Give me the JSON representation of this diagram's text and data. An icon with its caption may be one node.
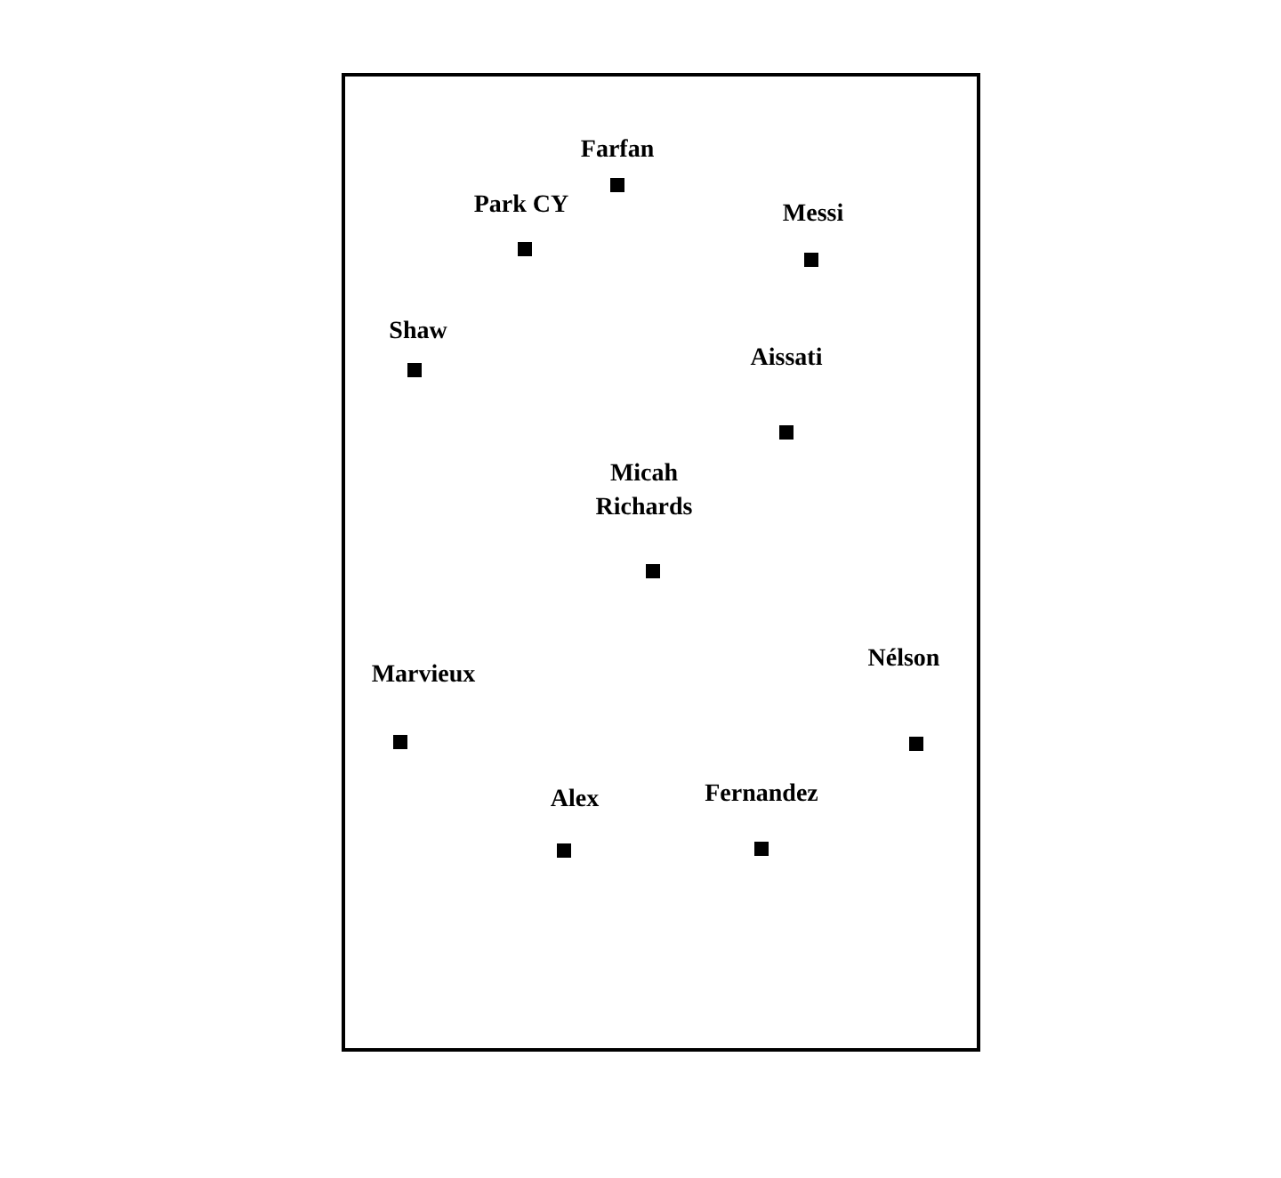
{
  "diagram": {
    "nodes": [
      {
        "text": [
          "Farfan"
        ]
      },
      {
        "text": [
          "Park CY"
        ]
      },
      {
        "text": [
          "Messi"
        ]
      },
      {
        "text": [
          "Shaw"
        ]
      },
      {
        "text": [
          "Aissati"
        ]
      },
      {
        "text": [
          "Micah Richards"
        ]
      },
      {
        "text": [
          "Marvieux"
        ]
      },
      {
        "text": [
          "Nélson"
        ]
      },
      {
        "text": [
          "Alex"
        ]
      },
      {
        "text": [
          "Fernandez"
        ]
      }
    ]
  }
}
